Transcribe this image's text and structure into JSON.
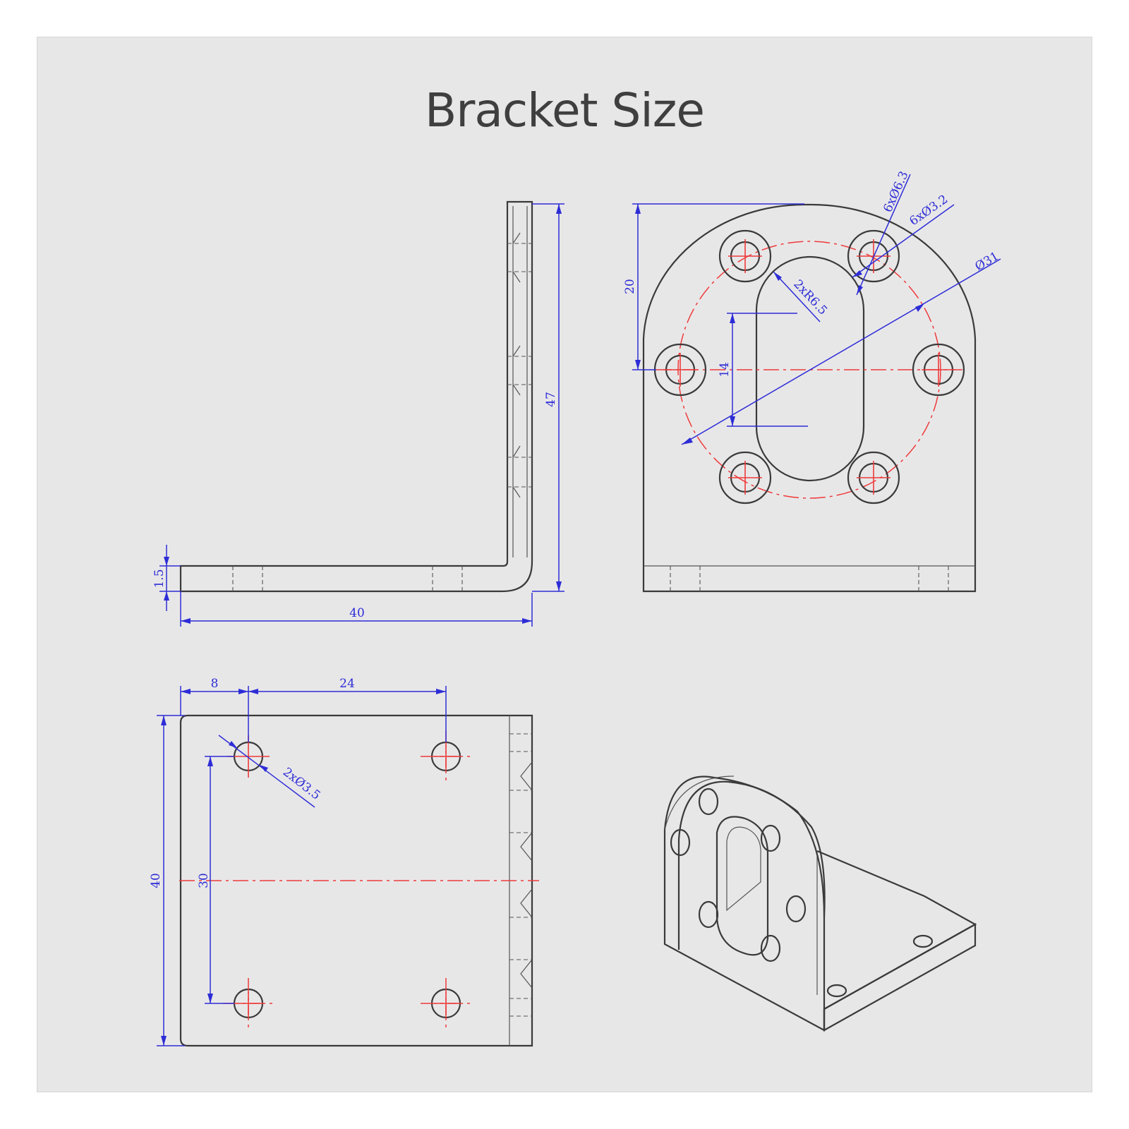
{
  "title": "Bracket Size",
  "colors": {
    "outline": "#3a3a3a",
    "dimension": "#2d2dd6",
    "centerline": "#ee3b3b",
    "background": "#e8e7e8"
  },
  "dimensions": {
    "side_height": "47",
    "side_thickness": "1.5",
    "side_width": "40",
    "front_height": "20",
    "front_hole_large": "6xØ6.3",
    "front_hole_small": "6xØ3.2",
    "front_pitch_circle": "Ø31",
    "slot_radius": "2xR6.5",
    "slot_length": "14",
    "top_offset": "8",
    "top_spacing": "24",
    "top_holes": "2xØ3.5",
    "top_hole_spacing": "30",
    "top_width": "40"
  }
}
